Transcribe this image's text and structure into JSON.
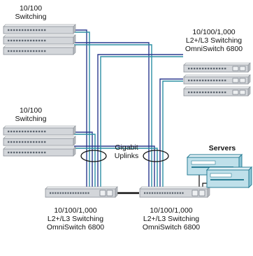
{
  "colors": {
    "switch_face": "#d3d6da",
    "switch_edge": "#8d9298",
    "port": "#5e6670",
    "uplink_blue": "#2b3a8f",
    "uplink_teal": "#2b8fa4",
    "trunk": "#111111",
    "server_fill": "#bfe0ea",
    "server_edge": "#2a7e95"
  },
  "labels": {
    "top_left_switching": [
      "10/100",
      "Switching"
    ],
    "mid_left_switching": [
      "10/100",
      "Switching"
    ],
    "top_right_stack": [
      "10/100/1,000",
      "L2+/L3 Switching",
      "OmniSwitch 6800"
    ],
    "core_left": [
      "10/100/1,000",
      "L2+/L3 Switching",
      "OmniSwitch 6800"
    ],
    "core_right": [
      "10/100/1,000",
      "L2+/L3 Switching",
      "OmniSwitch 6800"
    ],
    "servers": "Servers",
    "gigabit_uplinks": [
      "Gigabit",
      "Uplinks"
    ]
  },
  "icons": {
    "switch": "switch-icon",
    "core_switch": "core-switch-icon",
    "server": "server-icon",
    "uplink_bundle": "ellipse-bundle-icon"
  }
}
